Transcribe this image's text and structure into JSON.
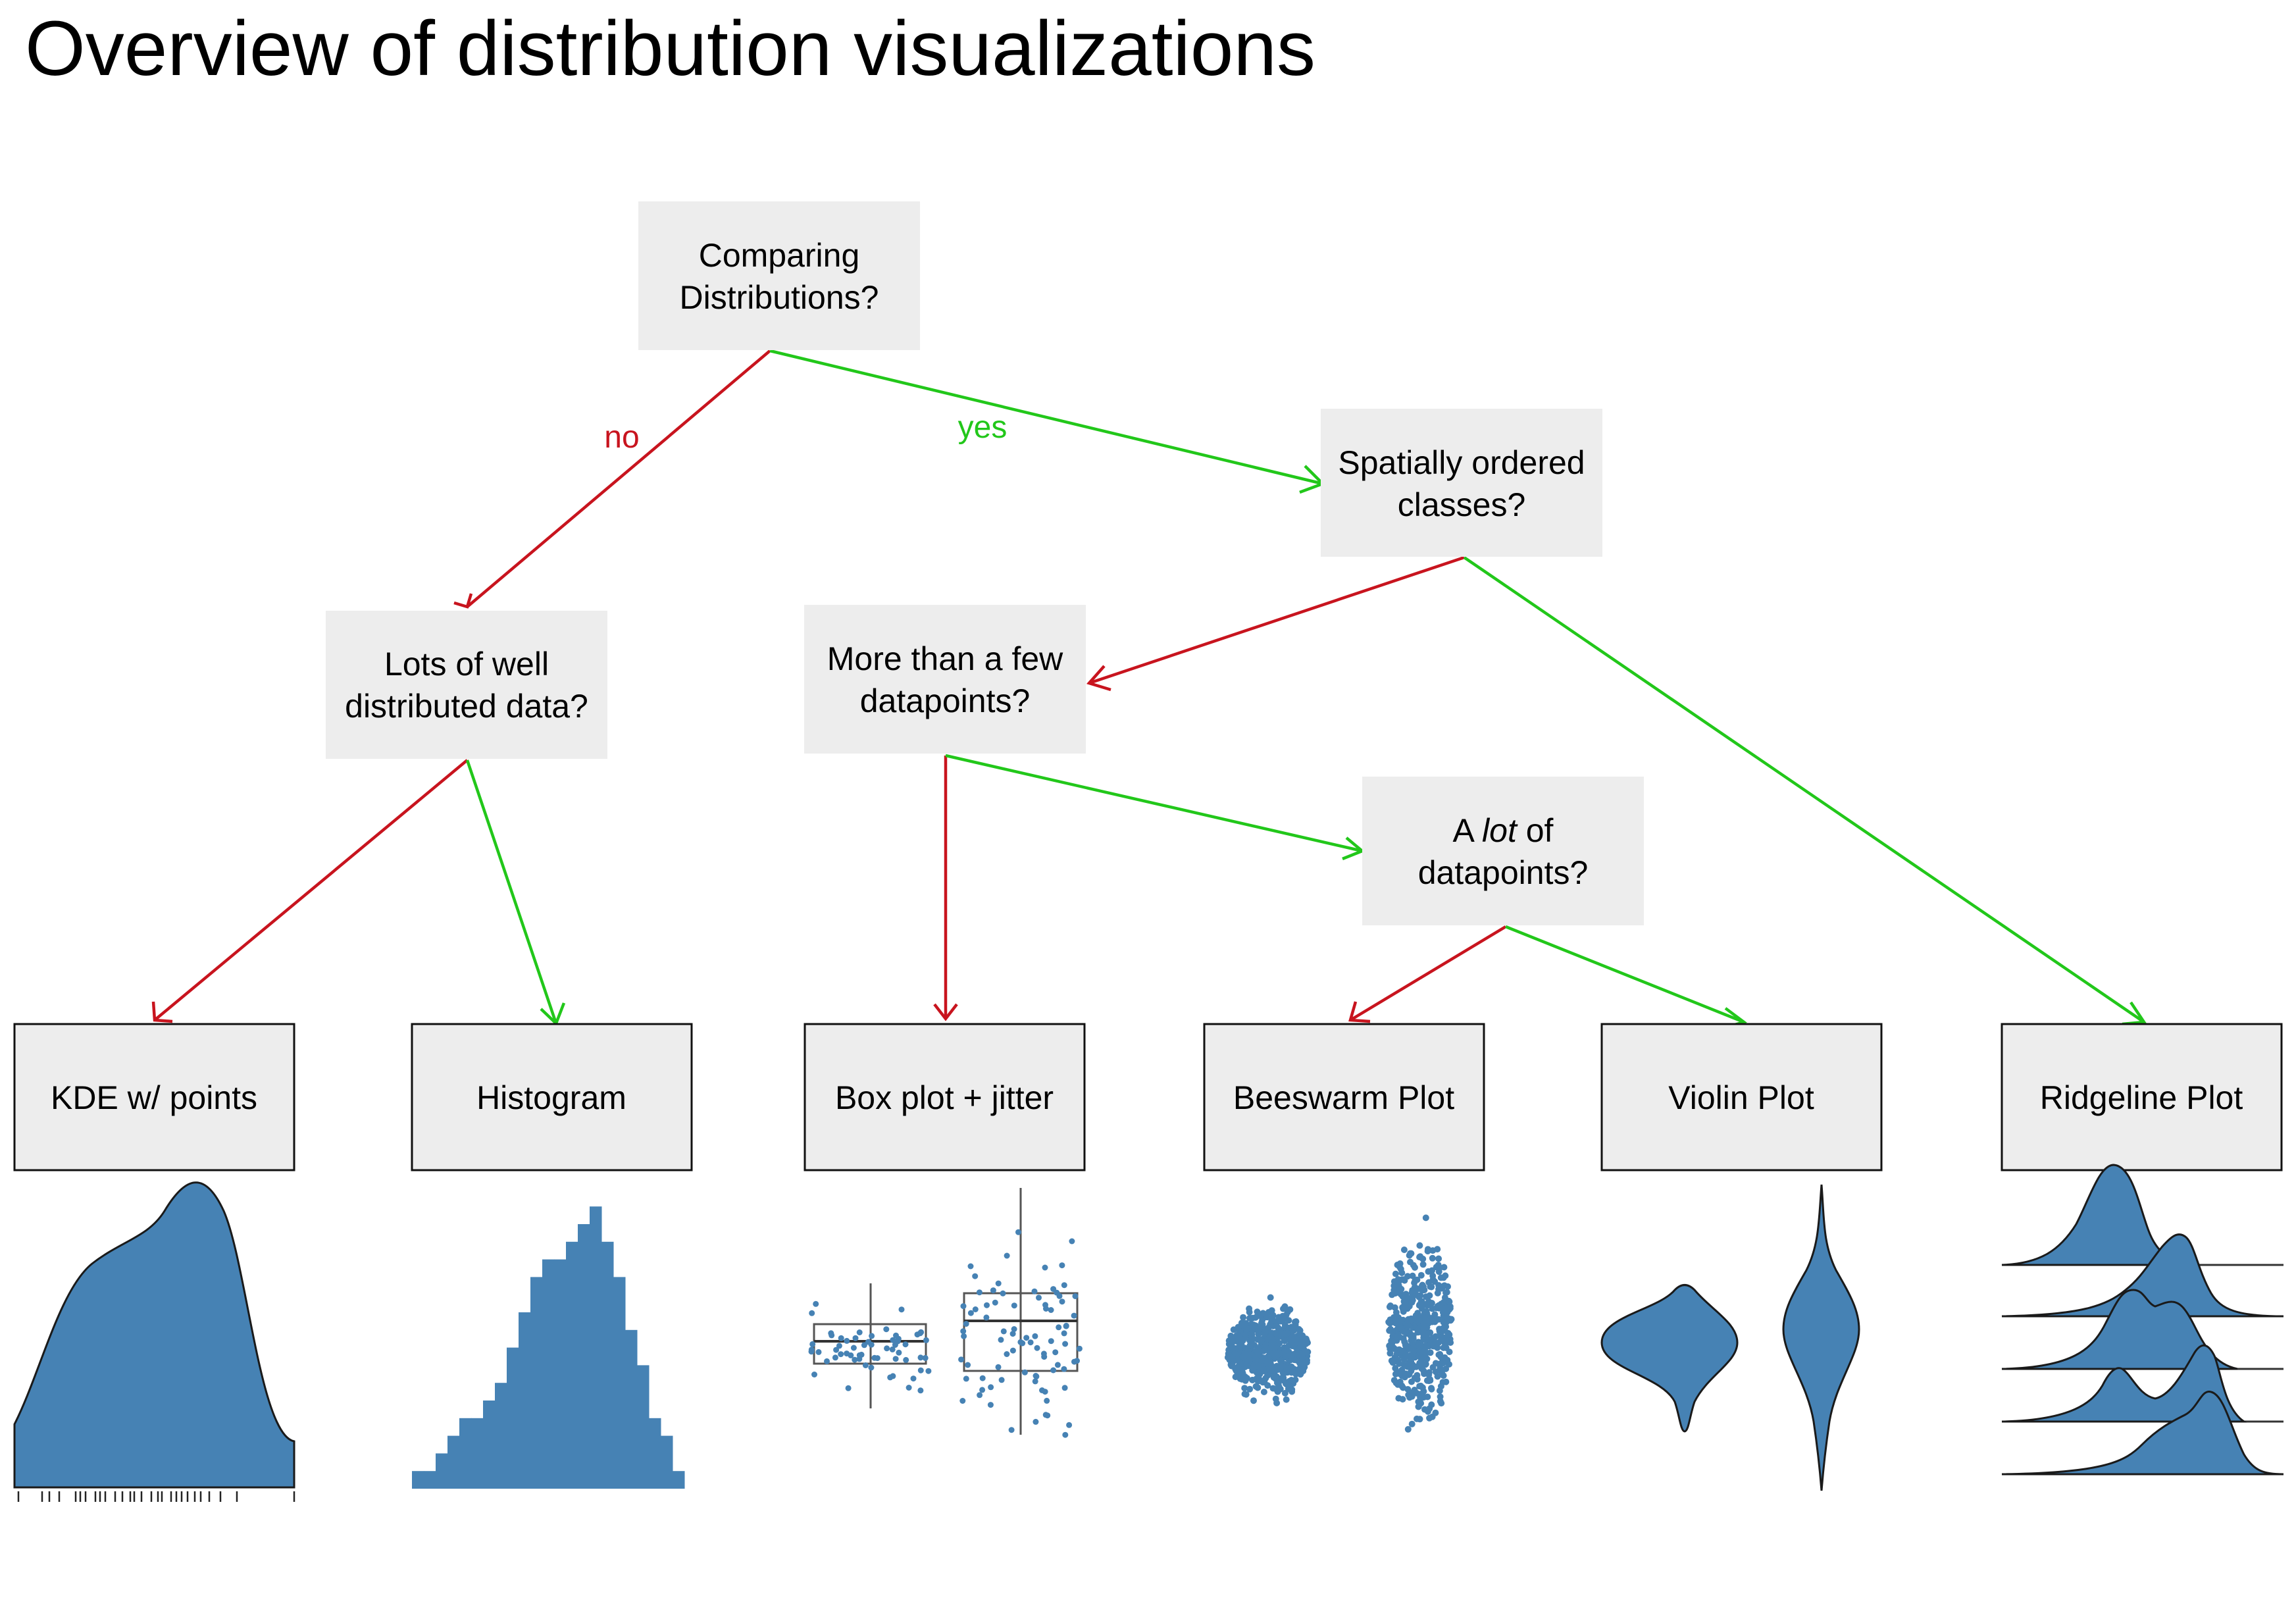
{
  "title": "Overview of distribution visualizations",
  "colors": {
    "no_edge": "#c8141e",
    "yes_edge": "#22c71a",
    "plot_fill": "#4682b4",
    "box_fill": "#ededed"
  },
  "questions": {
    "root": [
      "Comparing",
      "Distributions?"
    ],
    "spatial": [
      "Spatially ordered",
      "classes?"
    ],
    "lots": [
      "Lots of well",
      "distributed data?"
    ],
    "few": [
      "More than a few",
      "datapoints?"
    ],
    "alot": {
      "prefix": "A ",
      "emph": "lot",
      "suffix": " of",
      "line2": "datapoints?"
    }
  },
  "edge_labels": {
    "no": "no",
    "yes": "yes"
  },
  "leaves": {
    "kde": "KDE w/ points",
    "hist": "Histogram",
    "box": "Box plot + jitter",
    "bee": "Beeswarm Plot",
    "violin": "Violin Plot",
    "ridge": "Ridgeline Plot"
  },
  "histogram_bars": [
    1,
    1,
    2,
    3,
    4,
    4,
    5,
    6,
    8,
    10,
    12,
    13,
    13,
    14,
    15,
    16,
    14,
    12,
    9,
    7,
    4,
    3,
    1
  ]
}
